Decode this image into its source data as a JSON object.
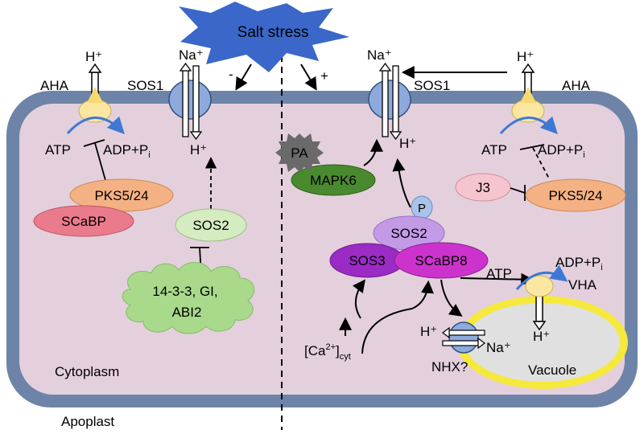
{
  "title": "Salt  stress",
  "regions": {
    "cytoplasm": "Cytoplasm",
    "apoplast": "Apoplast",
    "vacuole": "Vacuole"
  },
  "effects": {
    "negative": "-",
    "positive": "+"
  },
  "left": {
    "aha": "AHA",
    "aha_proton": "H⁺",
    "sos1": "SOS1",
    "sos1_na": "Na⁺",
    "sos1_h": "H⁺",
    "atp": "ATP",
    "adp": "ADP+P",
    "adp_sub": "i",
    "pks": "PKS5/24",
    "scabp": "SCaBP",
    "sos2": "SOS2",
    "cloud": [
      "14-3-3, GI,",
      "ABI2"
    ]
  },
  "right": {
    "aha": "AHA",
    "aha_proton": "H⁺",
    "sos1": "SOS1",
    "sos1_na": "Na⁺",
    "sos1_h": "H⁺",
    "atp": "ATP",
    "adp": "ADP+P",
    "adp_sub": "i",
    "j3": "J3",
    "pks": "PKS5/24",
    "pa": "PA",
    "mapk6": "MAPK6",
    "p": "P",
    "sos2": "SOS2",
    "sos3": "SOS3",
    "scabp8": "SCaBP8",
    "ca_main": "[Ca",
    "ca_sup": "2+",
    "ca_close": "]",
    "ca_sub": "cyt",
    "vha_atp": "ATP",
    "vha_adp": "ADP+P",
    "vha_adp_sub": "i",
    "vha": "VHA",
    "vha_h": "H⁺",
    "nhx": "NHX?",
    "nhx_h": "H⁺",
    "nhx_na": "Na⁺"
  },
  "colors": {
    "membrane": "#6d84a8",
    "cytoplasm": "#e3d0dc",
    "star": "#3a67c9",
    "channel": "#8eaadc",
    "pks": "#f4b183",
    "scabp": "#ea7b8c",
    "sos2_left": "#d4ecc0",
    "cloud": "#a9d98a",
    "mapk6": "#4a8a2f",
    "pa": "#6a6a6a",
    "sos2_right": "#c39ae6",
    "sos3": "#9a2bc4",
    "scabp8": "#cc33cc",
    "j3": "#f6c4cf",
    "vacuole": "#e0e0e0",
    "tonoplast": "#f6e93d",
    "arrow_blue": "#3f78d2"
  }
}
